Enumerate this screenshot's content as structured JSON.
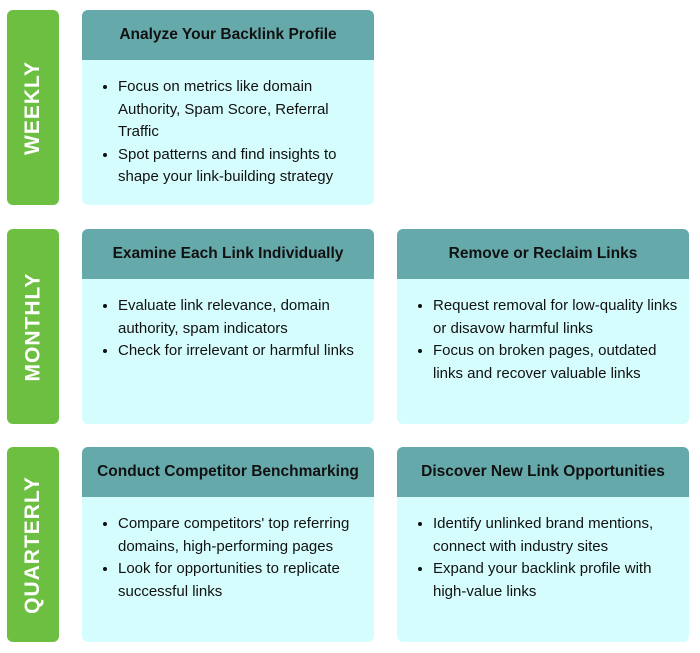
{
  "rows": [
    {
      "label": "WEEKLY",
      "cards": [
        {
          "title": "Analyze Your Backlink Profile",
          "bullets": [
            "Focus on metrics like domain Authority, Spam Score, Referral Traffic",
            "Spot patterns and find insights to shape your link-building strategy"
          ]
        }
      ]
    },
    {
      "label": "MONTHLY",
      "cards": [
        {
          "title": "Examine Each Link Individually",
          "bullets": [
            "Evaluate link relevance, domain authority, spam indicators",
            "Check for irrelevant or harmful links"
          ]
        },
        {
          "title": "Remove or Reclaim Links",
          "bullets": [
            "Request removal for low-quality links or disavow harmful links",
            "Focus on broken pages, outdated links and recover valuable links"
          ]
        }
      ]
    },
    {
      "label": "QUARTERLY",
      "cards": [
        {
          "title": "Conduct Competitor Benchmarking",
          "bullets": [
            "Compare competitors' top referring domains, high-performing pages",
            "Look for opportunities to replicate successful links"
          ]
        },
        {
          "title": "Discover New Link Opportunities",
          "bullets": [
            "Identify unlinked brand mentions, connect with industry sites",
            "Expand your backlink profile with high-value links"
          ]
        }
      ]
    }
  ],
  "colors": {
    "label": "#6cbf40",
    "header": "#66a9ab",
    "body": "#d6fdfd"
  }
}
